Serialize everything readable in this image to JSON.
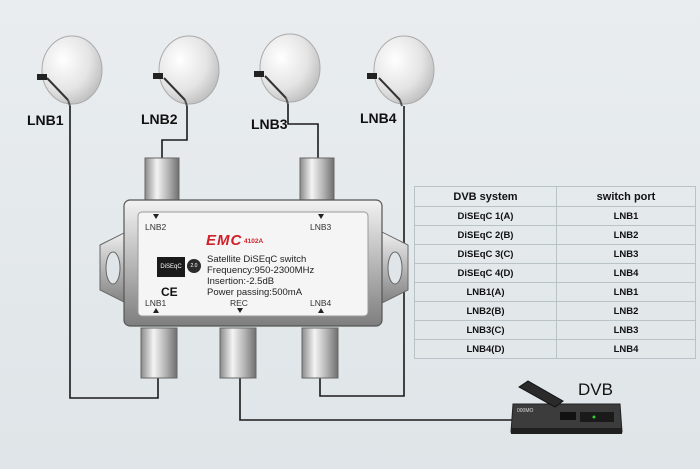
{
  "lnbs": [
    {
      "label": "LNB1"
    },
    {
      "label": "LNB2"
    },
    {
      "label": "LNB3"
    },
    {
      "label": "LNB4"
    }
  ],
  "switch": {
    "brand": "EMC",
    "model": "4102A",
    "badge": "DiSEqC",
    "version": "2.0",
    "ce": "CE",
    "title": "Satellite DiSEqC switch",
    "frequency": "Frequency:950-2300MHz",
    "insertion": "Insertion:-2.5dB",
    "power": "Power passing:500mA",
    "ports": {
      "lnb1": "LNB1",
      "lnb2": "LNB2",
      "lnb3": "LNB3",
      "lnb4": "LNB4",
      "rec": "REC"
    }
  },
  "receiver": {
    "label": "DVB",
    "brand": "000MO"
  },
  "table": {
    "headers": [
      "DVB system",
      "switch port"
    ],
    "rows": [
      [
        "DiSEqC 1(A)",
        "LNB1"
      ],
      [
        "DiSEqC 2(B)",
        "LNB2"
      ],
      [
        "DiSEqC 3(C)",
        "LNB3"
      ],
      [
        "DiSEqC 4(D)",
        "LNB4"
      ],
      [
        "LNB1(A)",
        "LNB1"
      ],
      [
        "LNB2(B)",
        "LNB2"
      ],
      [
        "LNB3(C)",
        "LNB3"
      ],
      [
        "LNB4(D)",
        "LNB4"
      ]
    ]
  },
  "colors": {
    "brand_red": "#d0212b",
    "cable": "#1a1a1a",
    "dish": "#e6e6e6"
  }
}
